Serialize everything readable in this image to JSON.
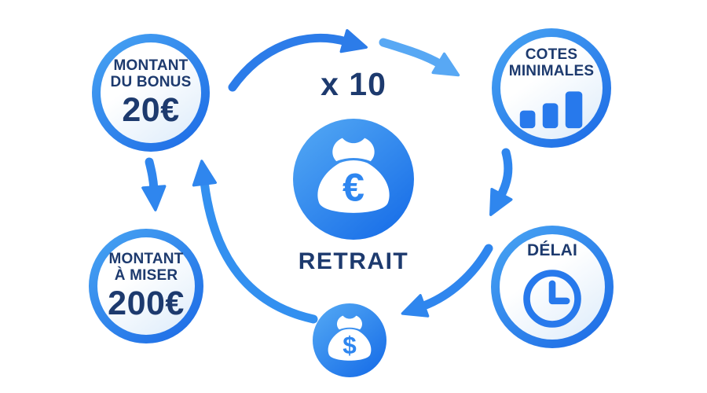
{
  "diagram": {
    "center": {
      "multiplier": "x 10",
      "label": "RETRAIT",
      "bag_symbol": "€",
      "small_bag_symbol": "$"
    },
    "nodes": {
      "bonus": {
        "line1": "MONTANT",
        "line2": "DU BONUS",
        "value": "20€"
      },
      "odds": {
        "line1": "COTES",
        "line2": "MINIMALES",
        "icon": "bar-chart-icon"
      },
      "delay": {
        "line1": "DÉLAI",
        "icon": "clock-icon"
      },
      "stake": {
        "line1": "MONTANT",
        "line2": "À MISER",
        "value": "200€"
      }
    },
    "arrows": [
      {
        "name": "bonus-to-center-arc"
      },
      {
        "name": "center-to-odds-arc"
      },
      {
        "name": "odds-to-delay-arrow"
      },
      {
        "name": "delay-to-bag-arrow"
      },
      {
        "name": "bonus-to-stake-arrow"
      },
      {
        "name": "bag-to-bonus-return-arrow"
      }
    ],
    "colors": {
      "navy_text": "#1d3a6e",
      "blue_primary": "#2e86f0",
      "ring_gradient_start": "#49a5f3",
      "ring_gradient_end": "#1b69e5",
      "hub_gradient_start": "#55aaf4",
      "hub_gradient_end": "#1d73e9",
      "icon_blue": "#2779ec",
      "arrow_dark": "#2c7ce9",
      "arrow_light": "#58a8f4"
    }
  }
}
